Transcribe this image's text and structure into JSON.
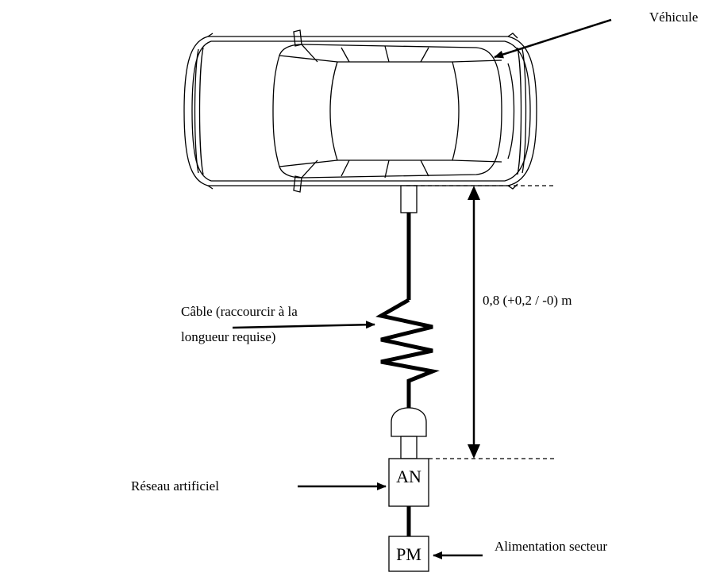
{
  "labels": {
    "vehicle": "Véhicule",
    "cable_line1": "Câble (raccourcir à la",
    "cable_line2": "longueur requise)",
    "distance": "0,8 (+0,2 / -0) m",
    "artificial_network": "Réseau artificiel",
    "mains_supply": "Alimentation secteur"
  },
  "boxes": {
    "an": "AN",
    "pm": "PM"
  },
  "colors": {
    "stroke": "#000000",
    "background": "#ffffff"
  }
}
